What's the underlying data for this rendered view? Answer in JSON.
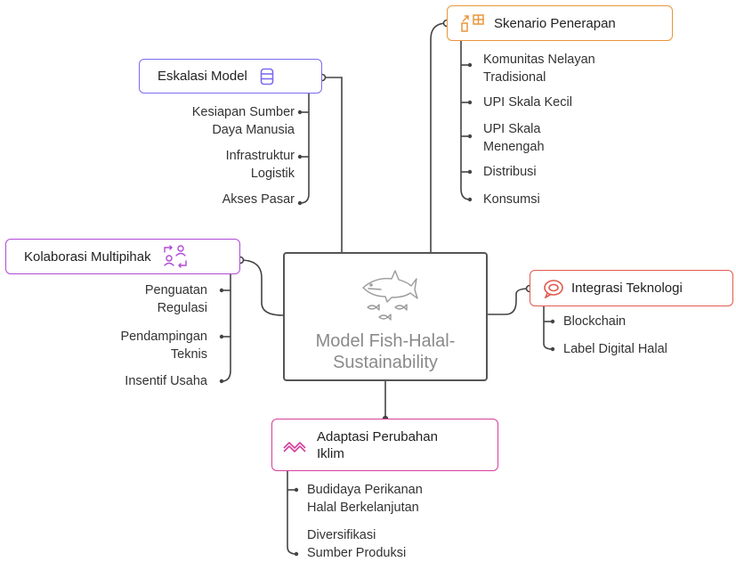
{
  "center": {
    "title_line1": "Model Fish-Halal-",
    "title_line2": "Sustainability",
    "icon": "fish-icon"
  },
  "eskalasi": {
    "label": "Eskalasi Model",
    "color": "#7b6cf0",
    "icon": "database-icon",
    "items": [
      "Kesiapan Sumber Daya Manusia",
      "Infrastruktur Logistik",
      "Akses Pasar"
    ],
    "lines": [
      [
        "Kesiapan Sumber",
        "Daya Manusia"
      ],
      [
        "Infrastruktur",
        "Logistik"
      ],
      [
        "Akses Pasar"
      ]
    ]
  },
  "skenario": {
    "label": "Skenario Penerapan",
    "color": "#e8953a",
    "icon": "scenario-icon",
    "lines": [
      [
        "Komunitas Nelayan",
        "Tradisional"
      ],
      [
        "UPI Skala Kecil"
      ],
      [
        "UPI Skala",
        "Menengah"
      ],
      [
        "Distribusi"
      ],
      [
        "Konsumsi"
      ]
    ]
  },
  "kolaborasi": {
    "label": "Kolaborasi Multipihak",
    "color": "#b04ad6",
    "icon": "people-exchange-icon",
    "lines": [
      [
        "Penguatan",
        "Regulasi"
      ],
      [
        "Pendampingan",
        "Teknis"
      ],
      [
        "Insentif Usaha"
      ]
    ]
  },
  "integrasi": {
    "label": "Integrasi Teknologi",
    "color": "#e05a4f",
    "icon": "chat-bubble-icon",
    "lines": [
      [
        "Blockchain"
      ],
      [
        "Label Digital Halal"
      ]
    ]
  },
  "adaptasi": {
    "label_line1": "Adaptasi Perubahan",
    "label_line2": "Iklim",
    "color": "#d43f9a",
    "icon": "wave-icon",
    "lines": [
      [
        "Budidaya Perikanan",
        "Halal Berkelanjutan"
      ],
      [
        "Diversifikasi",
        "Sumber Produksi"
      ]
    ]
  }
}
